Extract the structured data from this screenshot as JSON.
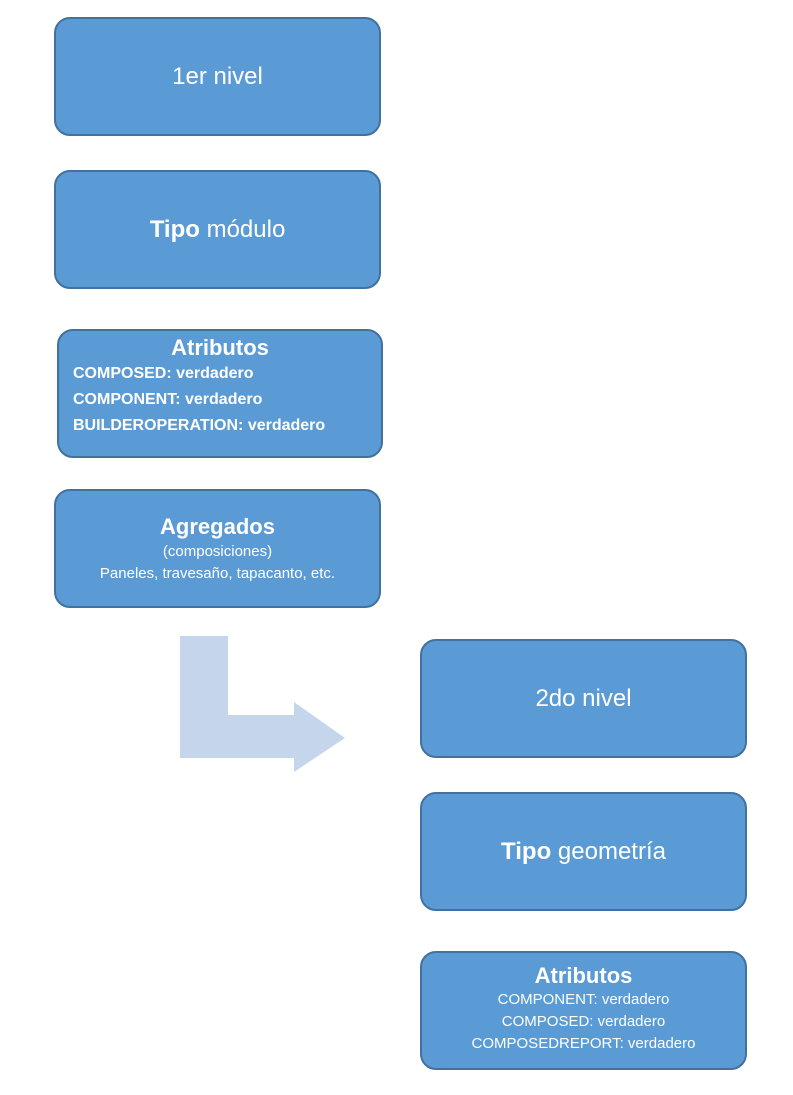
{
  "level1": {
    "title_box": {
      "label": "1er nivel"
    },
    "type_box": {
      "bold": "Tipo",
      "rest": " módulo"
    },
    "attributes_box": {
      "title": "Atributos",
      "items": [
        "COMPOSED: verdadero",
        "COMPONENT: verdadero",
        "BUILDEROPERATION: verdadero"
      ]
    },
    "aggregates_box": {
      "title": "Agregados",
      "subtitle": "(composiciones)",
      "detail": "Paneles, travesaño, tapacanto, etc."
    }
  },
  "level2": {
    "title_box": {
      "label": "2do nivel"
    },
    "type_box": {
      "bold": "Tipo",
      "rest": " geometría"
    },
    "attributes_box": {
      "title": "Atributos",
      "items": [
        "COMPONENT: verdadero",
        "COMPOSED: verdadero",
        "COMPOSEDREPORT: verdadero"
      ]
    }
  },
  "colors": {
    "box_fill": "#5b9bd5",
    "box_border": "#41719c",
    "arrow_fill": "#c5d6ec",
    "text": "#ffffff"
  }
}
